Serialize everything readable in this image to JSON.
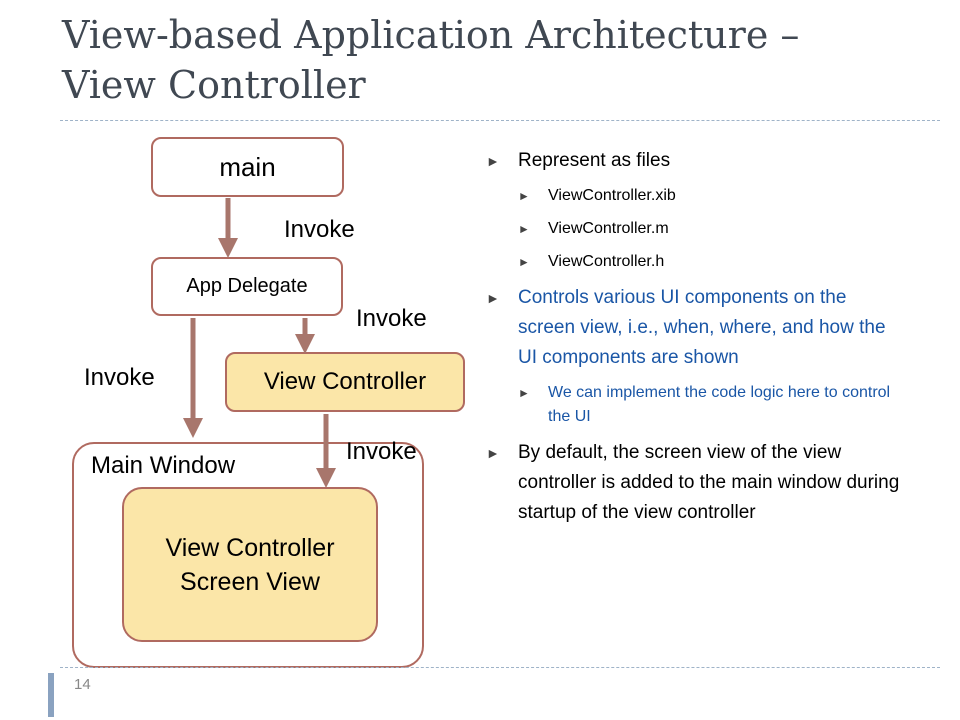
{
  "title": {
    "line1": "View-based Application Architecture –",
    "line2": "View Controller"
  },
  "diagram": {
    "main": "main",
    "app_delegate": "App Delegate",
    "view_controller": "View Controller",
    "main_window": "Main Window",
    "screen_view_line1": "View Controller",
    "screen_view_line2": "Screen View",
    "invoke": "Invoke"
  },
  "bullets": {
    "b1": "Represent as  files",
    "b1_subs": [
      "ViewController.xib",
      "ViewController.m",
      "ViewController.h"
    ],
    "b2": "Controls various UI components on the screen view, i.e., when, where, and how the UI components are shown",
    "b2_sub": "We can implement the code logic here to control the UI",
    "b3": "By default, the screen view of the view controller is added to the main window during startup of the view controller",
    "marker_icon": "triangle-bullet-icon"
  },
  "page_number": "14",
  "colors": {
    "title": "#404852",
    "box_border": "#b06a60",
    "box_fill_highlight": "#fbe6a8",
    "arrow": "#a8766c",
    "highlight_text": "#1a56a6"
  }
}
